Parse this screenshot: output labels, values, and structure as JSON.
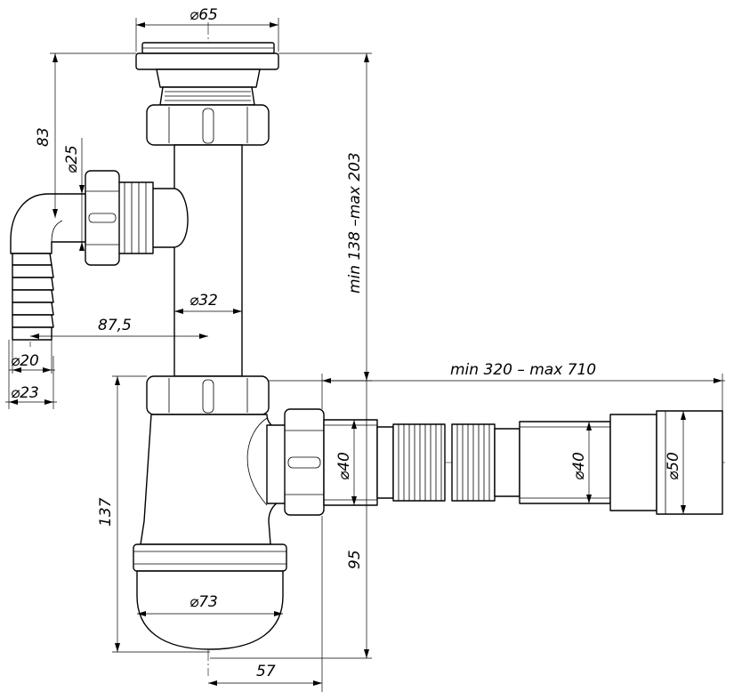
{
  "dimensions": {
    "d65": "⌀65",
    "len83": "83",
    "d25": "⌀25",
    "range_height": "min 138 –max 203",
    "d32": "⌀32",
    "len87_5": "87,5",
    "d20": "⌀20",
    "d23": "⌀23",
    "range_length": "min 320 – max 710",
    "d40_left": "⌀40",
    "d40_right": "⌀40",
    "d50": "⌀50",
    "len137": "137",
    "len95": "95",
    "d73": "⌀73",
    "len57": "57"
  }
}
